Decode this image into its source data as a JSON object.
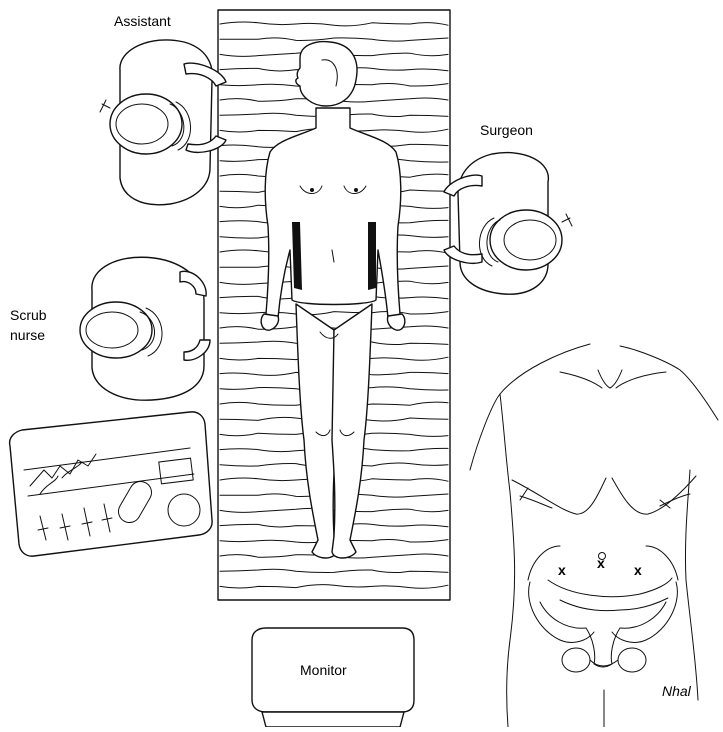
{
  "labels": {
    "assistant": "Assistant",
    "surgeon": "Surgeon",
    "scrub_nurse_line1": "Scrub",
    "scrub_nurse_line2": "nurse",
    "monitor": "Monitor"
  },
  "port_marks": {
    "left": "x",
    "center": "x",
    "right": "x"
  },
  "signature": "Nhal",
  "colors": {
    "line": "#111111",
    "background": "#ffffff",
    "text": "#000000"
  }
}
